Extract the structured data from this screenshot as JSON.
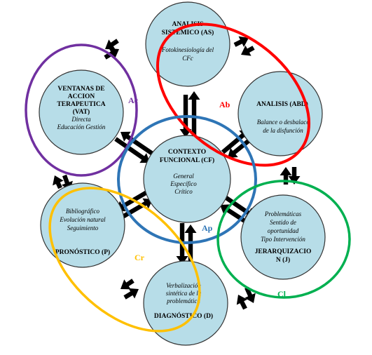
{
  "nodes": {
    "as": {
      "title": [
        "ANALISIS",
        "SISTEMICO (AS)"
      ],
      "body": [
        "Fotokinesiología del",
        "CFc"
      ]
    },
    "abd": {
      "title": [
        "ANALISIS (ABD)"
      ],
      "body": [
        "Balance o desbalace",
        "de la disfunción"
      ]
    },
    "vat": {
      "title": [
        "VENTANAS DE",
        "ACCION",
        "TERAPEUTICA",
        "(VAT)"
      ],
      "body": [
        "Directa",
        "Educación Gestión"
      ]
    },
    "cf": {
      "title": [
        "CONTEXTO",
        "FUNCIONAL (CF)"
      ],
      "body": [
        "General",
        "Específico",
        "Crítico"
      ]
    },
    "p": {
      "body": [
        "Bibliográfico",
        "Evolución natural",
        "Seguimiento"
      ],
      "title": [
        "PRONÓSTICO (P)"
      ]
    },
    "j": {
      "body": [
        "Problemáticas",
        "Sentido de",
        "oportunidad",
        "Tipo Intervención"
      ],
      "title": [
        "JERARQUIZACIO",
        "N (J)"
      ]
    },
    "d": {
      "body": [
        "Verbalización",
        "sintética de la",
        "problemática"
      ],
      "title": [
        "DIAGNÓSTICO (D)"
      ]
    }
  },
  "loops": {
    "ac": {
      "label": "Ac",
      "color": "#7030a0"
    },
    "ab": {
      "label": "Ab",
      "color": "#ff0000"
    },
    "ap": {
      "label": "Ap",
      "color": "#2e75b6"
    },
    "cr": {
      "label": "Cr",
      "color": "#ffc000"
    },
    "cl": {
      "label": "Cl",
      "color": "#00b050"
    }
  },
  "colors": {
    "node_fill": "#b7dde8",
    "arrow": "#000000"
  }
}
